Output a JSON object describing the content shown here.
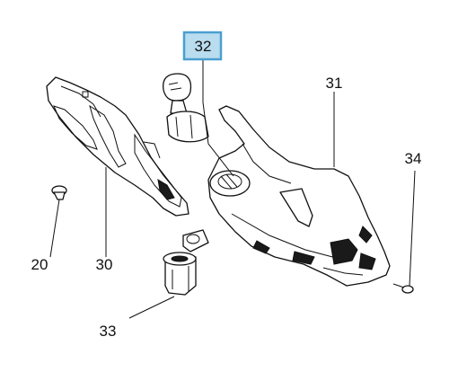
{
  "callouts": {
    "c32": "32",
    "c31": "31",
    "c34": "34",
    "c20": "20",
    "c30": "30",
    "c33": "33"
  },
  "colors": {
    "highlight_fill": "#b9dcef",
    "highlight_border": "#4a9fd0",
    "line": "#111111"
  }
}
